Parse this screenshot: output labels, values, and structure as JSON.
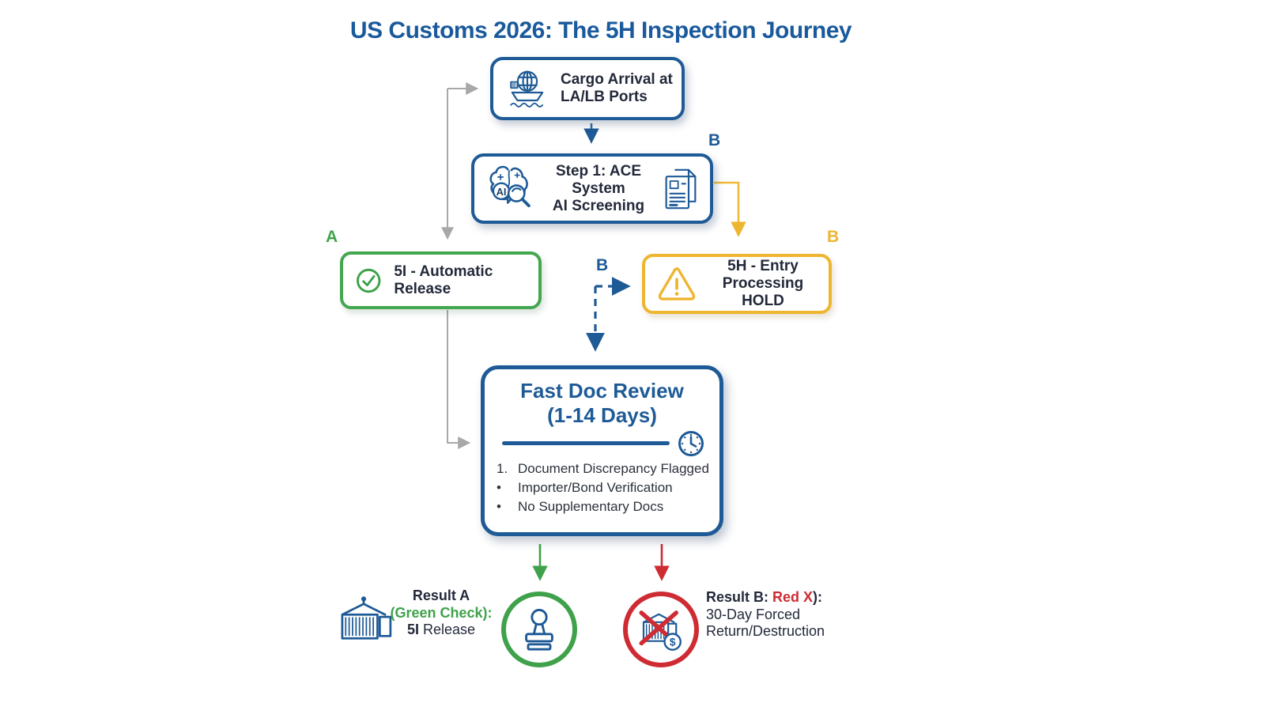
{
  "title": "US Customs 2026: The 5H Inspection Journey",
  "branch_labels": {
    "a": "A",
    "b": "B"
  },
  "nodes": {
    "cargo": {
      "label": "Cargo Arrival at\nLA/LB Ports",
      "icon": "ship-globe-icon"
    },
    "ace": {
      "label": "Step 1: ACE System\nAI Screening",
      "icon_left": "ai-brain-search-icon",
      "icon_right": "documents-icon",
      "branch": "B"
    },
    "release": {
      "label": "5I - Automatic Release",
      "icon": "check-circle-icon",
      "branch": "A"
    },
    "hold": {
      "label": "5H - Entry Processing\nHOLD",
      "icon": "warning-triangle-icon",
      "branch": "B"
    },
    "review": {
      "title": "Fast Doc Review\n(1-14 Days)",
      "icon": "clock-icon",
      "items": [
        {
          "marker": "1.",
          "text": "Document Discrepancy Flagged"
        },
        {
          "marker": "•",
          "text": "Importer/Bond Verification"
        },
        {
          "marker": "•",
          "text": "No Supplementary Docs"
        }
      ]
    }
  },
  "results": {
    "a": {
      "line1": "Result A",
      "line2": "(Green Check):",
      "line3_bold": "5I",
      "line3_rest": " Release",
      "icon": "stamp-icon"
    },
    "b": {
      "line1_prefix": "Result B: ",
      "line1_highlight": "Red X",
      "line1_suffix": "):",
      "line2": "30-Day Forced",
      "line3": "Return/Destruction",
      "icon": "rejected-cargo-icon"
    }
  },
  "icons": {
    "ai_label": "AI",
    "dollar": "$"
  },
  "colors": {
    "blue": "#1e5a96",
    "title_blue": "#1a5a9c",
    "green": "#3fa24b",
    "yellow": "#eeb531",
    "red": "#cf2b33",
    "gray": "#a8a8a8",
    "text_dark": "#23293a"
  }
}
